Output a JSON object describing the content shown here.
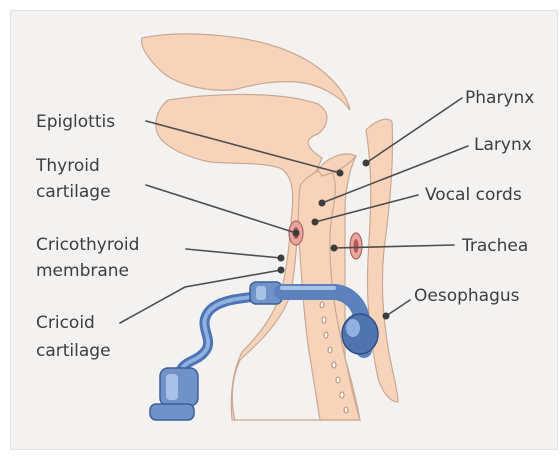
{
  "figure": {
    "labels": {
      "epiglottis": "Epiglottis",
      "thyroid_line1": "Thyroid",
      "thyroid_line2": "cartilage",
      "cricothyroid_line1": "Cricothyroid",
      "cricothyroid_line2": "membrane",
      "cricoid_line1": "Cricoid",
      "cricoid_line2": "cartilage",
      "pharynx": "Pharynx",
      "larynx": "Larynx",
      "vocal_cords": "Vocal cords",
      "trachea": "Trachea",
      "oesophagus": "Oesophagus"
    },
    "colors": {
      "tissue": "#f7d3ba",
      "cartilage": "#e9a6a0",
      "tube": "#6f93c9",
      "tube_dark": "#3d5f96"
    }
  }
}
